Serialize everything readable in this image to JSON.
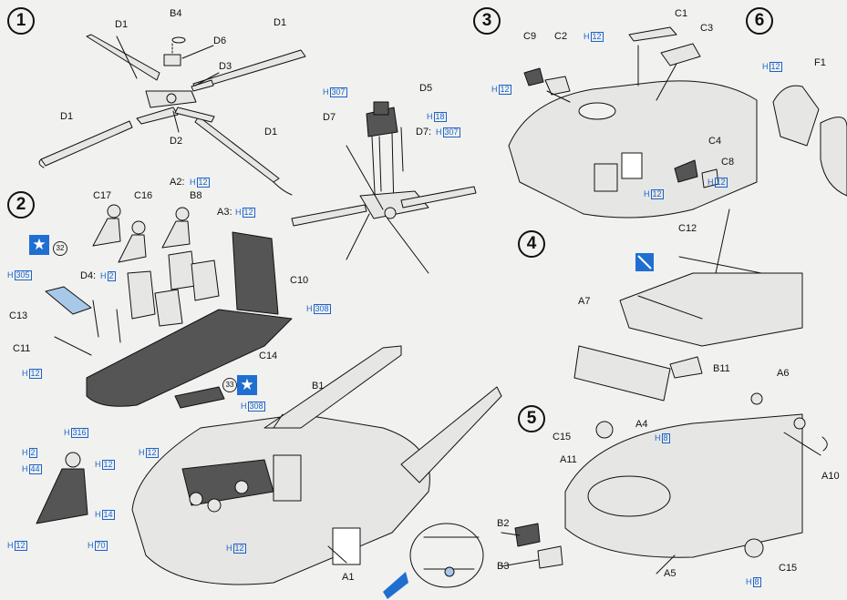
{
  "steps": [
    "1",
    "2",
    "3",
    "4",
    "5",
    "6"
  ],
  "parts": {
    "b4": "B4",
    "d6": "D6",
    "d3": "D3",
    "d2": "D2",
    "d1a": "D1",
    "d1b": "D1",
    "d1c": "D1",
    "d1d": "D1",
    "d5": "D5",
    "d7a": "D7",
    "d7b": "D7:",
    "c1": "C1",
    "c2": "C2",
    "c3": "C3",
    "c9": "C9",
    "c4": "C4",
    "c8": "C8",
    "f1": "F1",
    "c17": "C17",
    "c16": "C16",
    "a2": "A2:",
    "b8": "B8",
    "a3": "A3:",
    "d4": "D4:",
    "c13": "C13",
    "c11": "C11",
    "c10": "C10",
    "c14": "C14",
    "c12": "C12",
    "a7": "A7",
    "b11": "B11",
    "b1": "B1",
    "a1": "A1",
    "a6": "A6",
    "a10": "A10",
    "c15a": "C15",
    "a4": "A4",
    "a11": "A11",
    "b2": "B2",
    "b3": "B3",
    "a5": "A5",
    "c15b": "C15"
  },
  "paint": {
    "p1": "H",
    "p1n": "307",
    "p2": "H",
    "p2n": "18",
    "p3": "H",
    "p3n": "307",
    "p4": "H",
    "p4n": "12",
    "p5": "H",
    "p5n": "12",
    "p6": "H",
    "p6n": "12",
    "p7": "H",
    "p7n": "12",
    "p8": "H",
    "p8n": "12",
    "p9": "H",
    "p9n": "12",
    "p10": "H",
    "p10n": "305",
    "p11": "H",
    "p11n": "2",
    "p12": "H",
    "p12n": "12",
    "p13": "H",
    "p13n": "308",
    "p14": "H",
    "p14n": "308",
    "p15": "H",
    "p15n": "316",
    "p16": "H",
    "p16n": "2",
    "p17": "H",
    "p17n": "44",
    "p18": "H",
    "p18n": "12",
    "p19": "H",
    "p19n": "14",
    "p20": "H",
    "p20n": "12",
    "p21": "H",
    "p21n": "70",
    "p22": "H",
    "p22n": "12",
    "p23": "H",
    "p23n": "12",
    "p24": "H",
    "p24n": "8",
    "p25": "H",
    "p25n": "8",
    "p26": "H",
    "p26n": "12"
  },
  "markers": {
    "decal_32": "32",
    "decal_33": "33"
  },
  "colors": {
    "ink": "#111111",
    "paint_blue": "#1a63c9",
    "part_fill": "#e6e6e4",
    "shade": "#555555",
    "clear": "#a8c8ea"
  }
}
